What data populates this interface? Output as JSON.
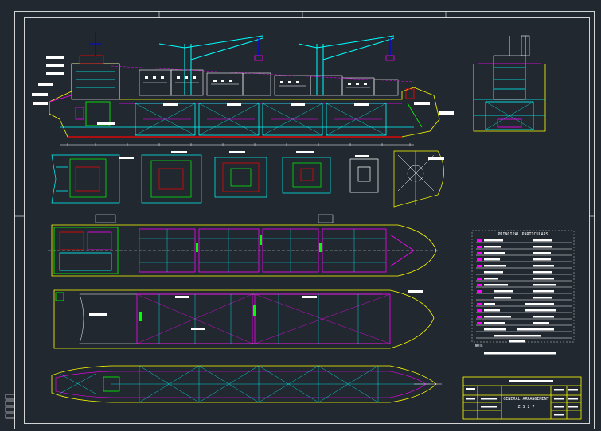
{
  "particulars_table": {
    "title": "PRINCIPAL PARTICULARS"
  },
  "note_label": "NOTE",
  "title_block": {
    "line1": "GENERAL ARRANGEMENT",
    "line2": "Z S 2 7"
  },
  "colors": {
    "background": "#212830",
    "sheet_border": "#ffffff",
    "hull": "#ffff00",
    "structure": "#00ffff",
    "frames": "#ff00ff",
    "machinery": "#00ff00",
    "decks": "#ff0000",
    "cranes": "#00ffff",
    "equipment": "#0000ff"
  }
}
